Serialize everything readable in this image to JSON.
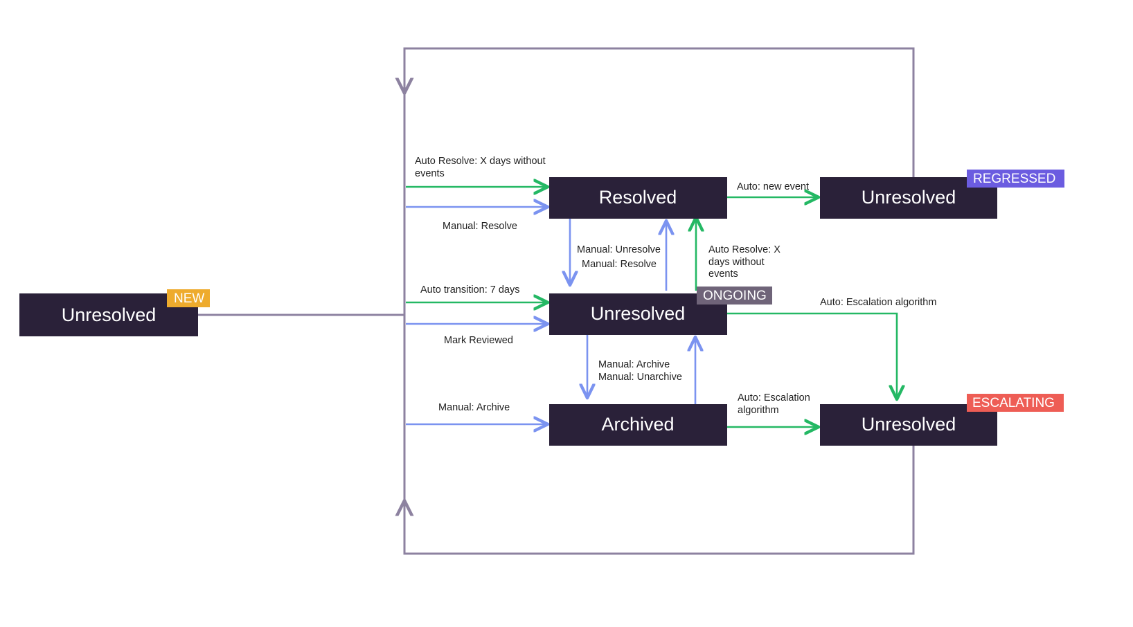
{
  "diagram": {
    "type": "state-transition-diagram",
    "background_color": "#ffffff",
    "node_fill": "#2a2139",
    "node_text_color": "#ffffff",
    "colors": {
      "auto_edge_green": "#24b864",
      "manual_edge_blue": "#7b93f0",
      "frame_purple": "#8d82a0",
      "badge_new": "#eeab2d",
      "badge_regressed": "#6b5ce0",
      "badge_ongoing": "#6f6479",
      "badge_escalating": "#ee5d55"
    },
    "nodes": [
      {
        "id": "new-unresolved",
        "label": "Unresolved",
        "badge": "NEW",
        "badge_color": "#eeab2d"
      },
      {
        "id": "resolved",
        "label": "Resolved",
        "badge": "",
        "badge_color": ""
      },
      {
        "id": "regressed-unresolved",
        "label": "Unresolved",
        "badge": "REGRESSED",
        "badge_color": "#6b5ce0"
      },
      {
        "id": "ongoing-unresolved",
        "label": "Unresolved",
        "badge": "ONGOING",
        "badge_color": "#6f6479"
      },
      {
        "id": "archived",
        "label": "Archived",
        "badge": "",
        "badge_color": ""
      },
      {
        "id": "escalating-unresolved",
        "label": "Unresolved",
        "badge": "ESCALATING",
        "badge_color": "#ee5d55"
      }
    ],
    "edge_labels": {
      "auto_resolve_days_1": "Auto Resolve: X days without",
      "auto_resolve_days_1b": "events",
      "manual_resolve": "Manual: Resolve",
      "auto_new_event": "Auto: new event",
      "manual_unresolve_mid": "Manual: Unresolve",
      "manual_resolve_mid": "Manual: Resolve",
      "auto_resolve_days_2a": "Auto Resolve: X",
      "auto_resolve_days_2b": "days without",
      "auto_resolve_days_2c": "events",
      "auto_transition_7days": "Auto transition: 7 days",
      "mark_reviewed": "Mark Reviewed",
      "auto_escalation_top": "Auto: Escalation algorithm",
      "manual_archive_mid": "Manual: Archive",
      "manual_unarchive_mid": "Manual: Unarchive",
      "manual_archive_bottom": "Manual: Archive",
      "auto_escalation_a": "Auto: Escalation",
      "auto_escalation_b": "algorithm"
    },
    "badges": {
      "new": "NEW",
      "regressed": "REGRESSED",
      "ongoing": "ONGOING",
      "escalating": "ESCALATING"
    }
  }
}
